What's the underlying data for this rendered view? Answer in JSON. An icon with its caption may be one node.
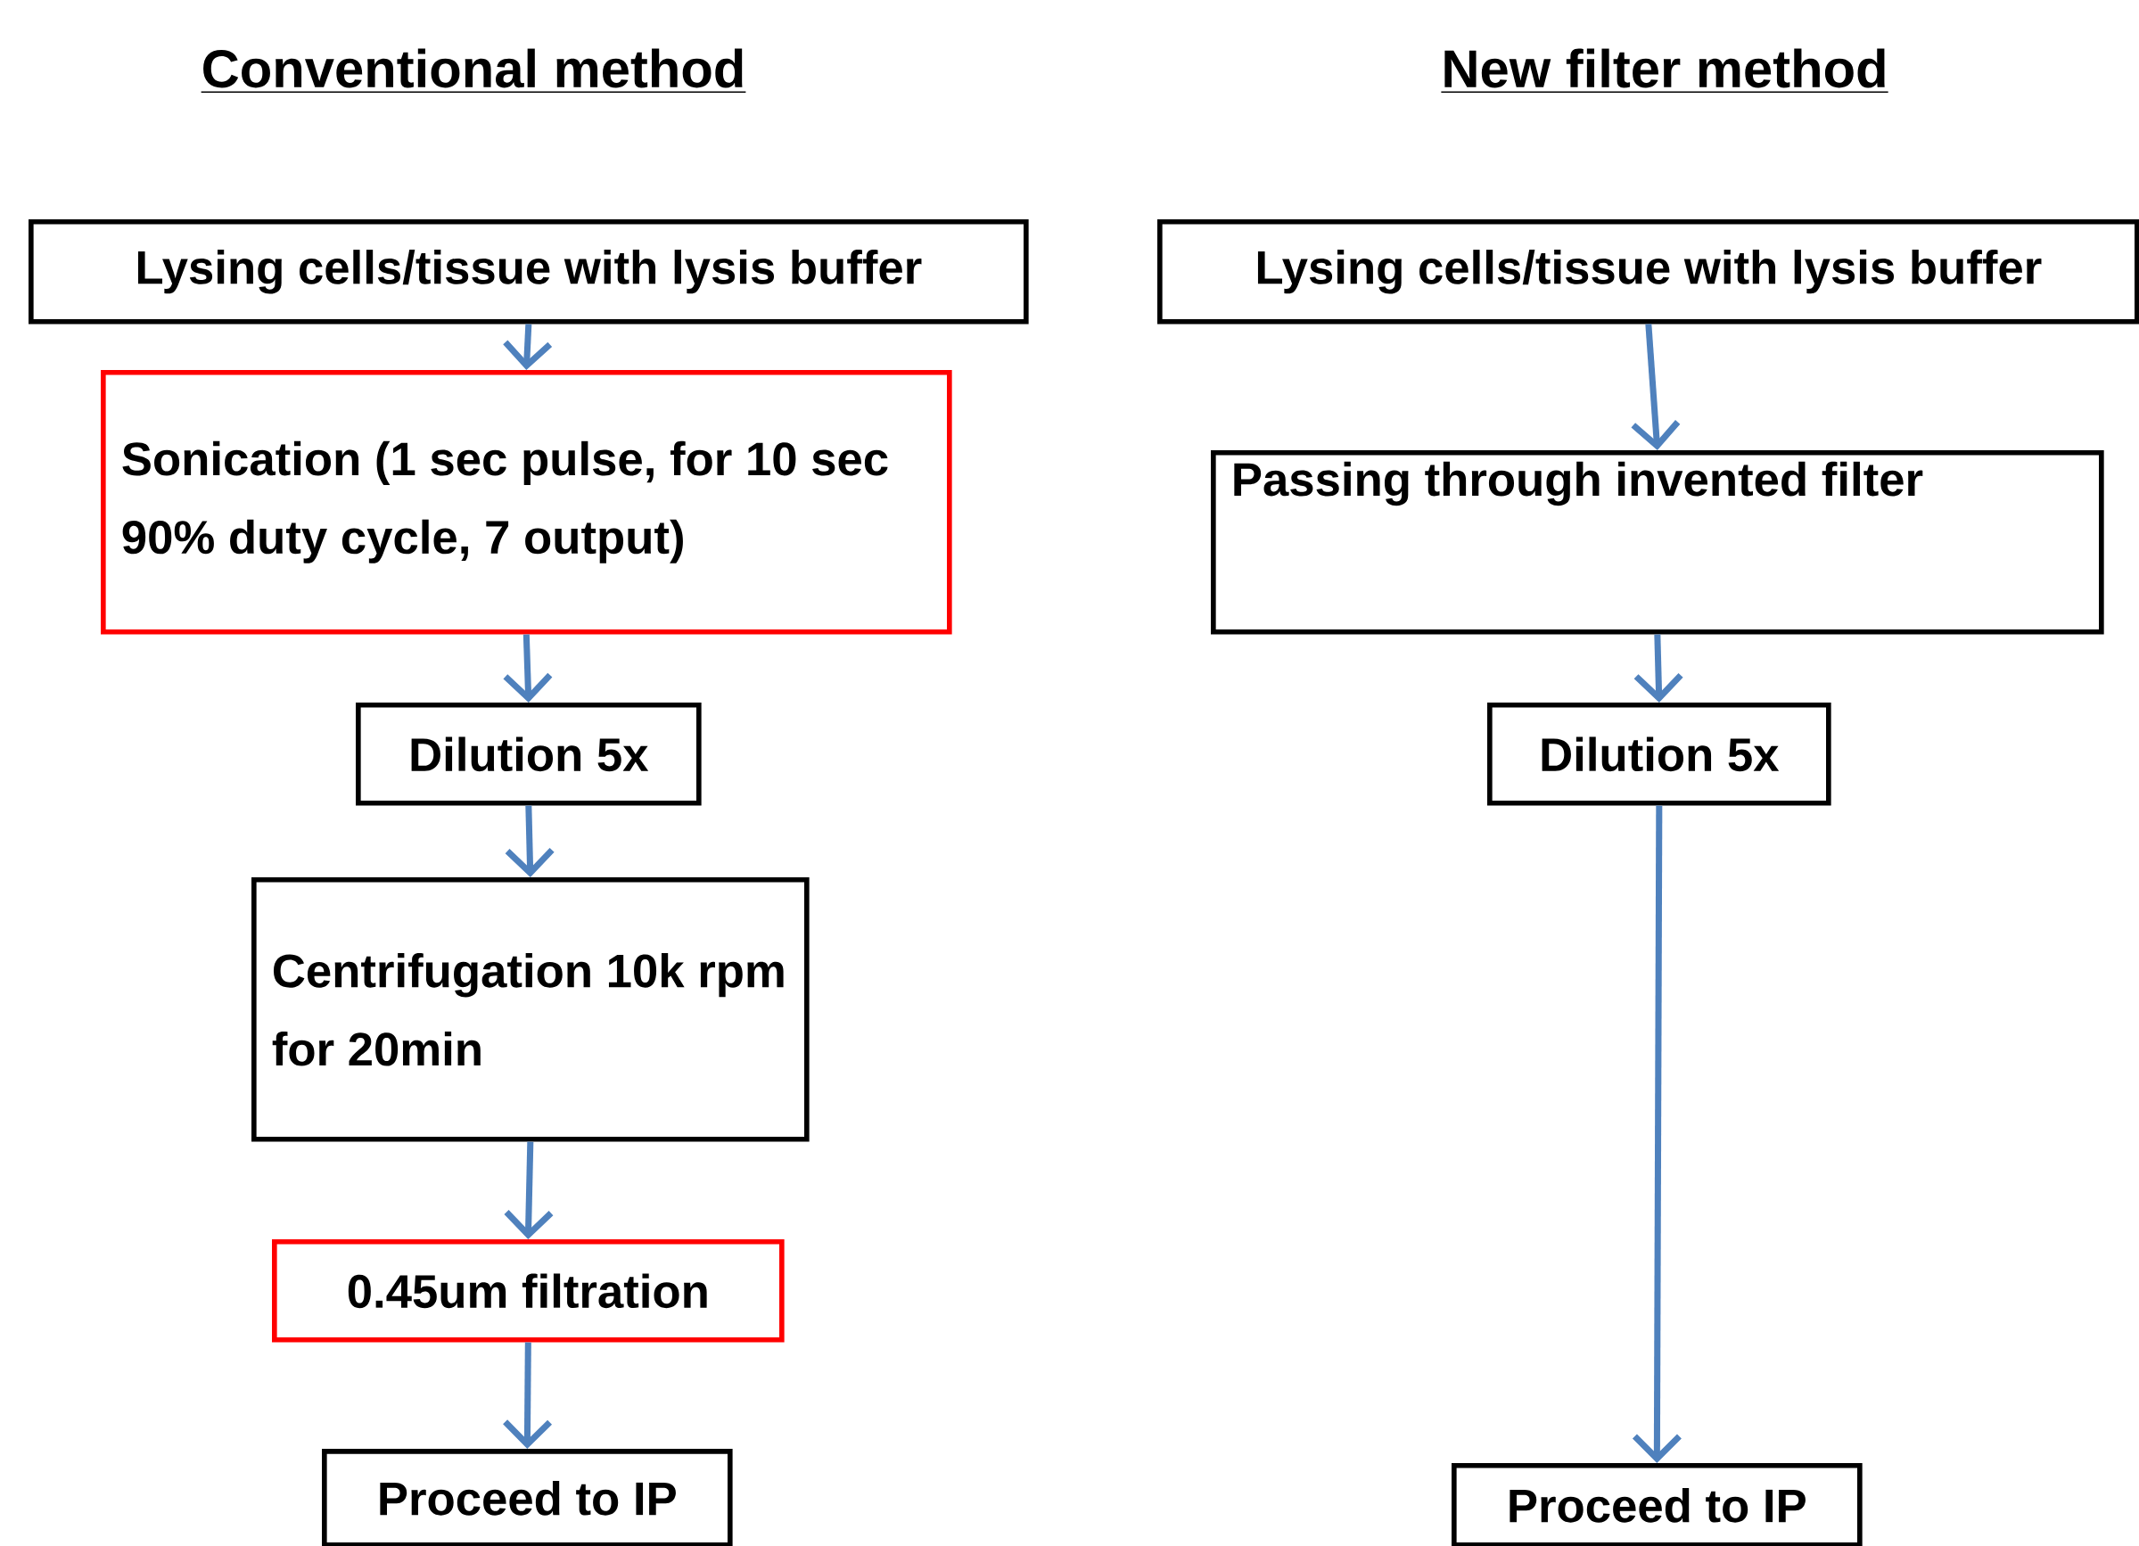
{
  "diagram": {
    "nodes": [
      {
        "text": [
          "Lysing cells/tissue with lysis buffer"
        ]
      },
      {
        "text": [
          "Sonication (1 sec pulse, for 10 sec 90% duty cycle, 7 output)"
        ]
      },
      {
        "text": [
          "Dilution 5x"
        ]
      },
      {
        "text": [
          "Centrifugation 10k rpm for 20min"
        ]
      },
      {
        "text": [
          "0.45um filtration"
        ]
      },
      {
        "text": [
          "Proceed to IP"
        ]
      },
      {
        "text": [
          "Lysing cells/tissue with lysis buffer"
        ]
      },
      {
        "text": [
          "Passing through invented filter"
        ]
      },
      {
        "text": [
          "Dilution 5x"
        ]
      },
      {
        "text": [
          "Proceed to IP"
        ]
      }
    ],
    "edges": [
      {
        "from": 0,
        "to": 1,
        "arrow": "to"
      },
      {
        "from": 1,
        "to": 2,
        "arrow": "to"
      },
      {
        "from": 2,
        "to": 3,
        "arrow": "to"
      },
      {
        "from": 3,
        "to": 4,
        "arrow": "to"
      },
      {
        "from": 4,
        "to": 5,
        "arrow": "to"
      },
      {
        "from": 6,
        "to": 7,
        "arrow": "to"
      },
      {
        "from": 7,
        "to": 8,
        "arrow": "to"
      },
      {
        "from": 8,
        "to": 9,
        "arrow": "to"
      }
    ],
    "labels": [
      "Conventional method",
      "New filter method"
    ]
  }
}
